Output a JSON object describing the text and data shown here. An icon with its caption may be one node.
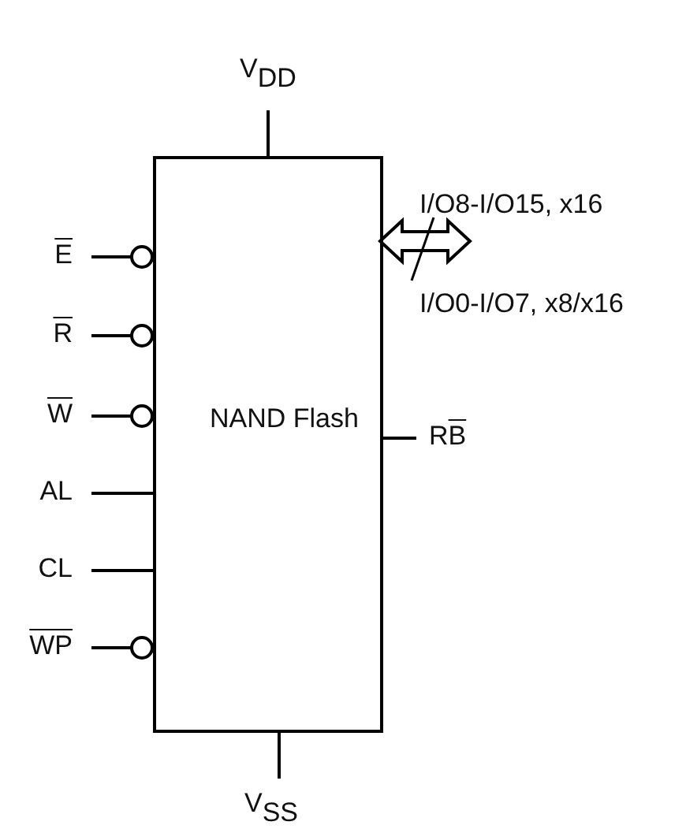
{
  "diagram": {
    "nodes": [
      {
        "text": [
          "NAND Flash"
        ]
      },
      {
        "text": [
          "V$_{DD}$"
        ]
      },
      {
        "text": [
          "E"
        ]
      },
      {
        "text": [
          "R"
        ]
      },
      {
        "text": [
          "W"
        ]
      },
      {
        "text": [
          "AL"
        ]
      },
      {
        "text": [
          "CL"
        ]
      },
      {
        "text": [
          "WP"
        ]
      },
      {
        "text": [
          "RB"
        ]
      },
      {
        "text": [
          "V$_{SS}$"
        ]
      }
    ],
    "edges": [
      {
        "from": 1,
        "to": 0,
        "arrow": "none"
      },
      {
        "from": 2,
        "to": 0,
        "arrow": "other"
      },
      {
        "from": 3,
        "to": 0,
        "arrow": "other"
      },
      {
        "from": 4,
        "to": 0,
        "arrow": "other"
      },
      {
        "from": 5,
        "to": 0,
        "arrow": "none"
      },
      {
        "from": 6,
        "to": 0,
        "arrow": "none"
      },
      {
        "from": 7,
        "to": 0,
        "arrow": "other"
      },
      {
        "from": 0,
        "to": 8,
        "arrow": "none"
      },
      {
        "from": 0,
        "to": 9,
        "arrow": "none"
      },
      {
        "from": 0,
        "to": null,
        "arrow": "both"
      }
    ],
    "labels": [
      "I/O8-I/O15, x16",
      "I/O0-I/O7, x8/x16"
    ]
  }
}
